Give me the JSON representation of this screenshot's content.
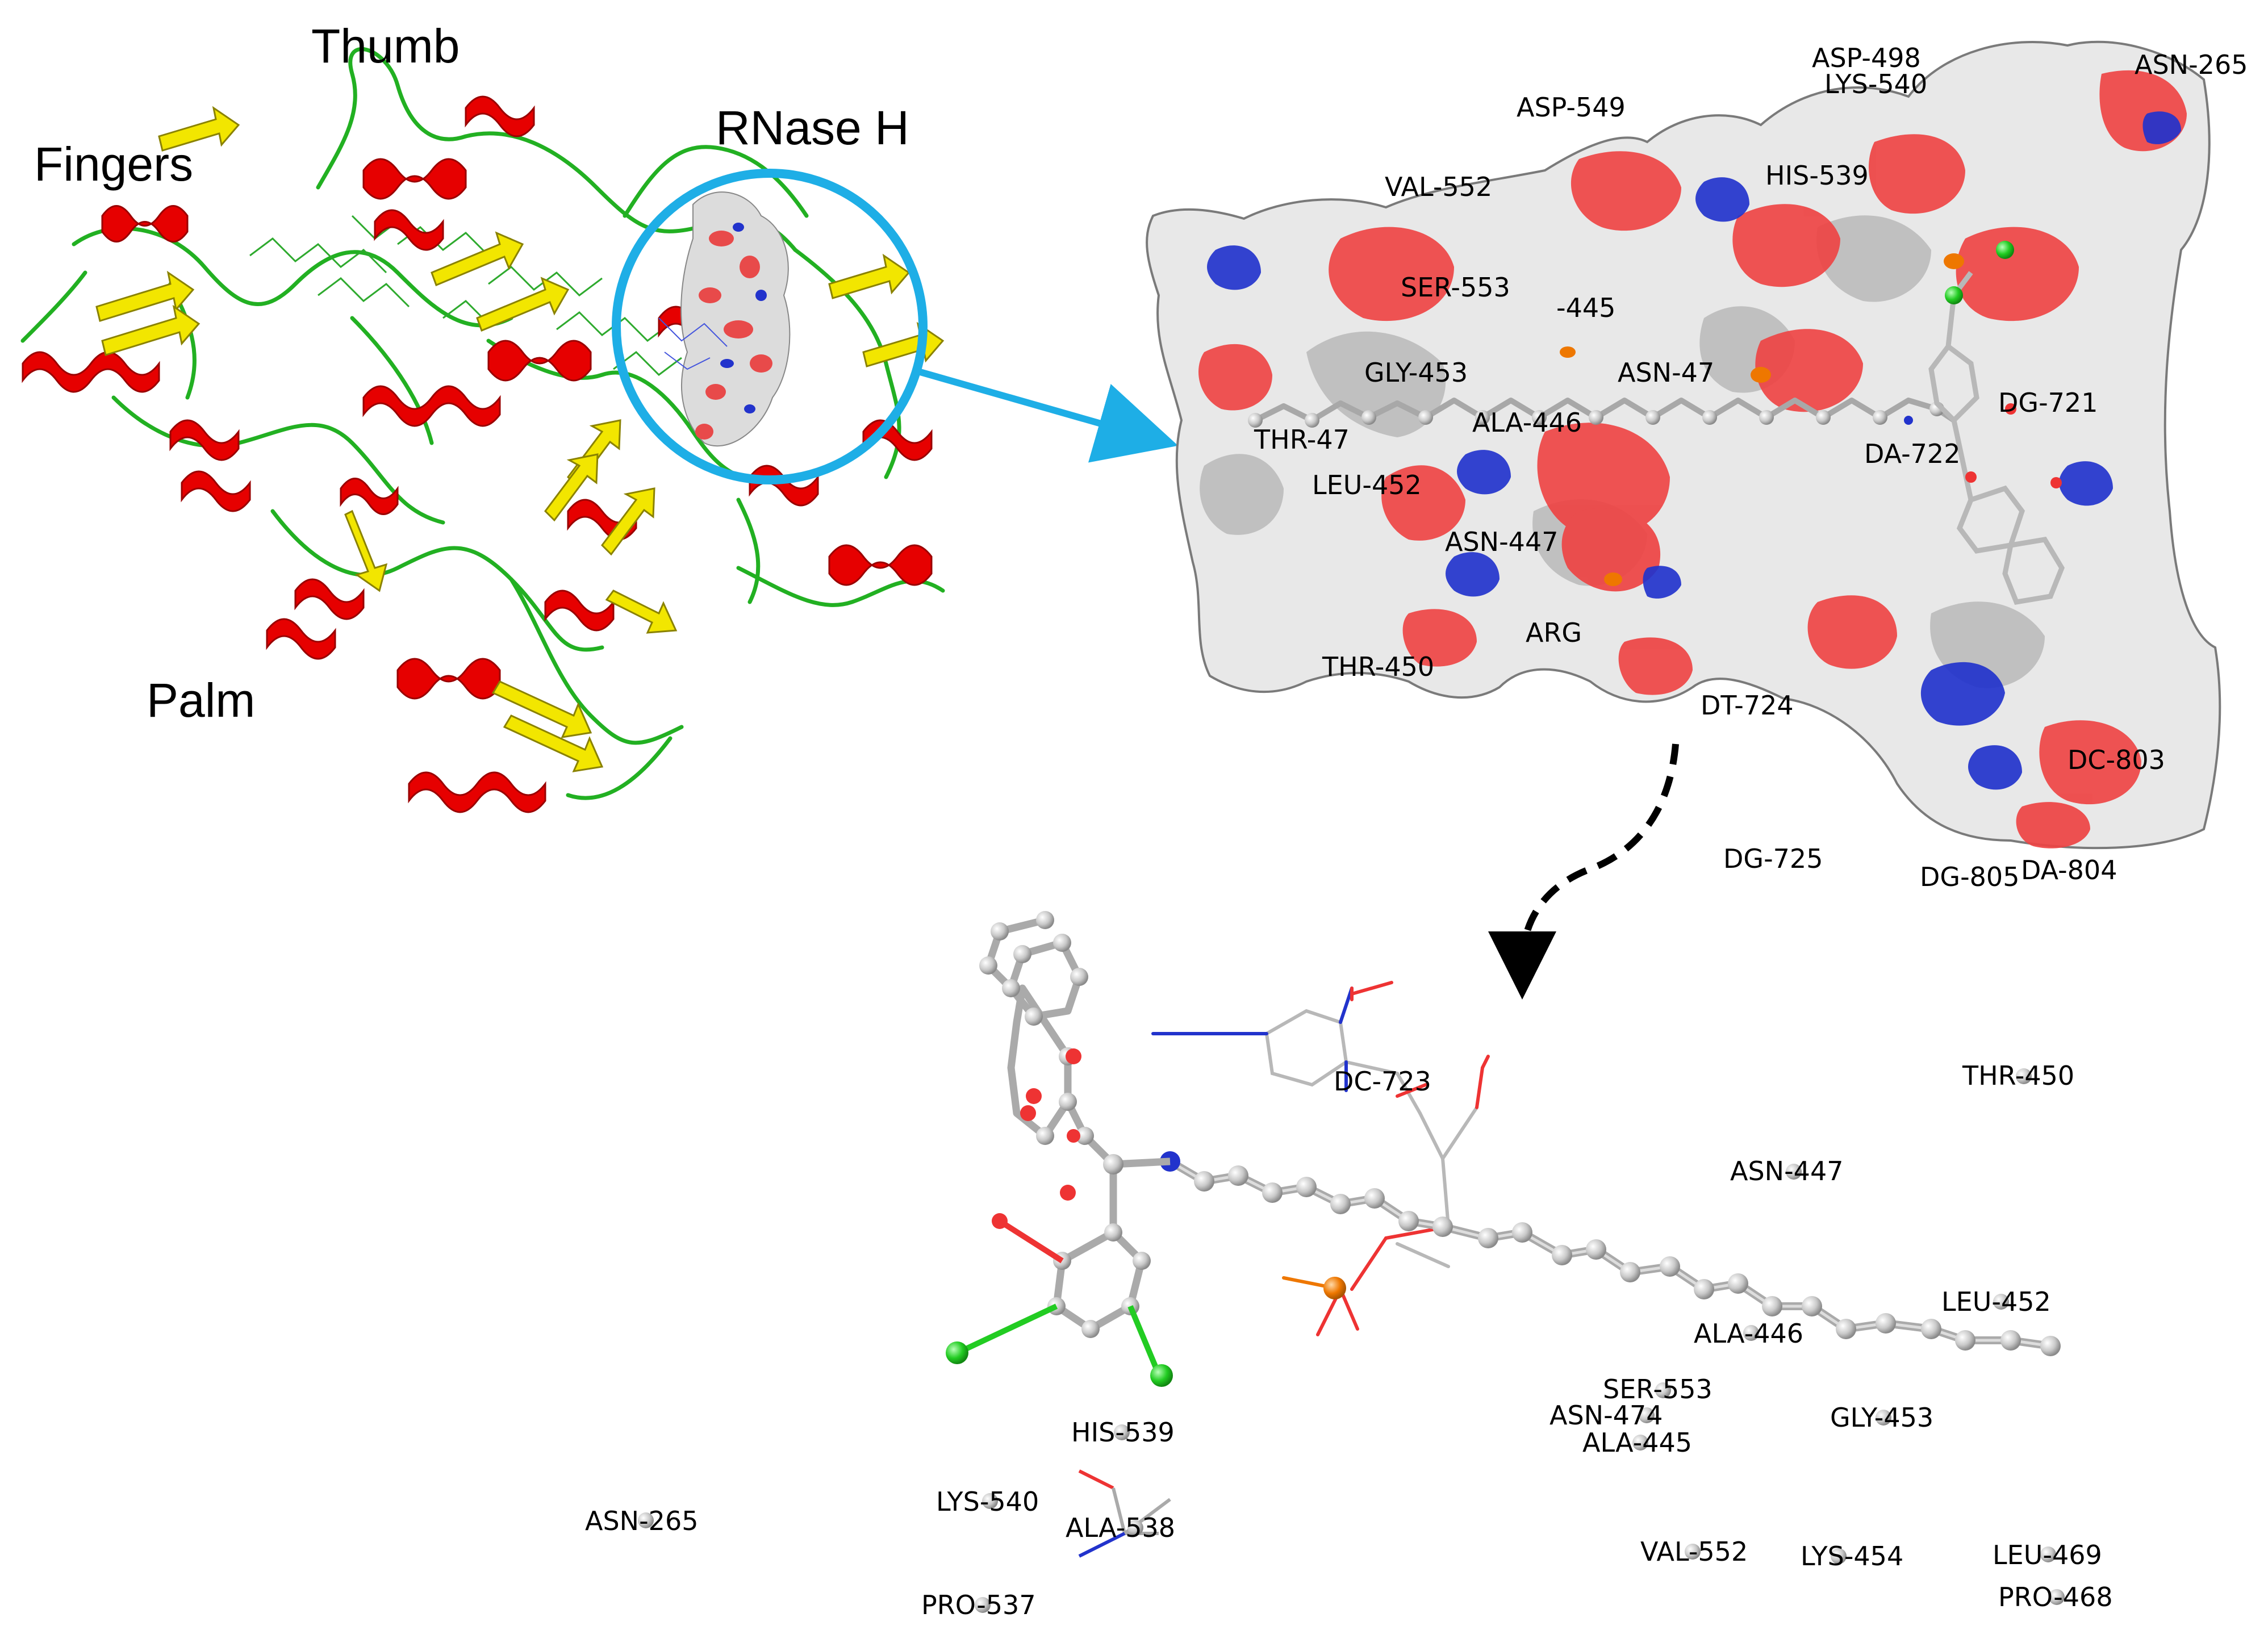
{
  "domains": {
    "thumb": "Thumb",
    "fingers": "Fingers",
    "rnase_h": "RNase H",
    "palm": "Palm"
  },
  "surface_residues": {
    "asp_498": "ASP-498",
    "lys_540": "LYS-540",
    "asn_265": "ASN-265",
    "asp_549": "ASP-549",
    "his_539": "HIS-539",
    "val_552": "VAL-552",
    "ser_553": "SER-553",
    "x_445": "-445",
    "gly_453": "GLY-453",
    "asn_47": "ASN-47",
    "thr_47": "THR-47",
    "ala_446": "ALA-446",
    "dg_721": "DG-721",
    "da_722": "DA-722",
    "leu_452": "LEU-452",
    "asn_447": "ASN-447",
    "arg": "ARG",
    "thr_450": "THR-450",
    "dt_724": "DT-724",
    "dc_803": "DC-803",
    "dg_725": "DG-725",
    "dg_805": "DG-805",
    "da_804": "DA-804"
  },
  "ligand_residues": {
    "dc_723": "DC-723",
    "thr_450": "THR-450",
    "asn_447": "ASN-447",
    "leu_452": "LEU-452",
    "ala_446": "ALA-446",
    "ser_553": "SER-553",
    "asn_474": "ASN-474",
    "gly_453": "GLY-453",
    "ala_445": "ALA-445",
    "his_539": "HIS-539",
    "lys_540": "LYS-540",
    "ala_538": "ALA-538",
    "asn_265": "ASN-265",
    "val_552": "VAL-552",
    "lys_454": "LYS-454",
    "leu_469": "LEU-469",
    "pro_468": "PRO-468",
    "pro_537": "PRO-537"
  },
  "colors": {
    "helix": "#e60000",
    "strand": "#f2e600",
    "coil": "#22b022",
    "highlight_circle": "#1eaee6",
    "surface_grey": "#e8e8e8",
    "oxygen": "#ee3333",
    "nitrogen": "#2233cc",
    "chlorine": "#22cc22",
    "phosphorus": "#ee7700",
    "carbon": "#bdbdbd"
  }
}
